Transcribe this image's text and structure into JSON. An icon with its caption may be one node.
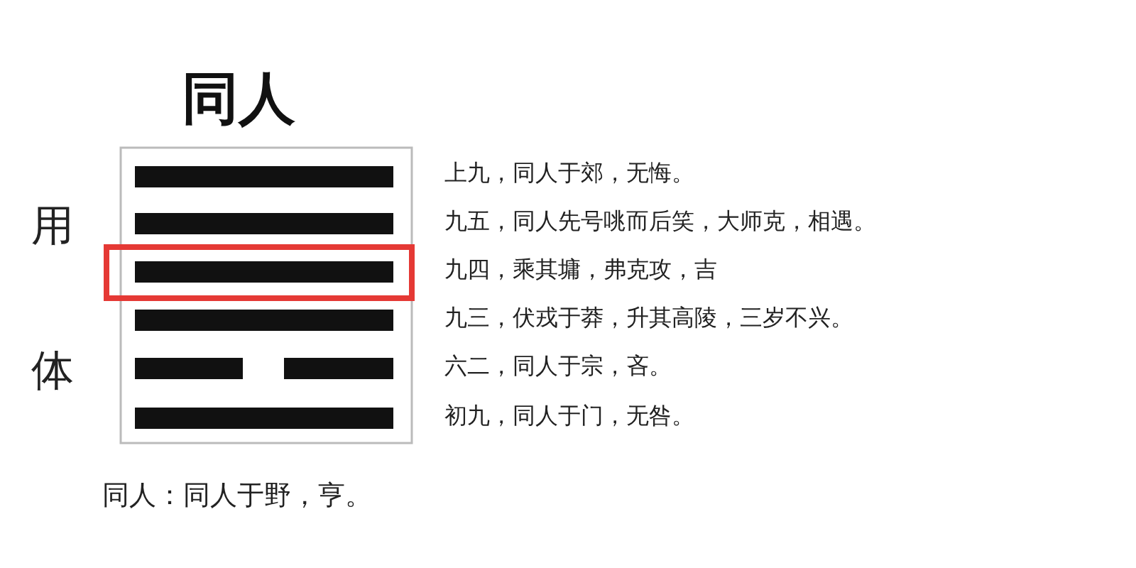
{
  "diagram": {
    "title": "同人",
    "caption": "同人：同人于野，亨。",
    "labels": [
      "上九，同人于郊，无悔。",
      "用",
      "九五，同人先号咷而后笑，大师克，相遇。",
      "九四，乘其墉，弗克攻，吉",
      "九三，伏戎于莽，升其高陵，三岁不兴。",
      "体",
      "六二，同人于宗，吝。",
      "初九，同人于门，无咎。"
    ]
  }
}
